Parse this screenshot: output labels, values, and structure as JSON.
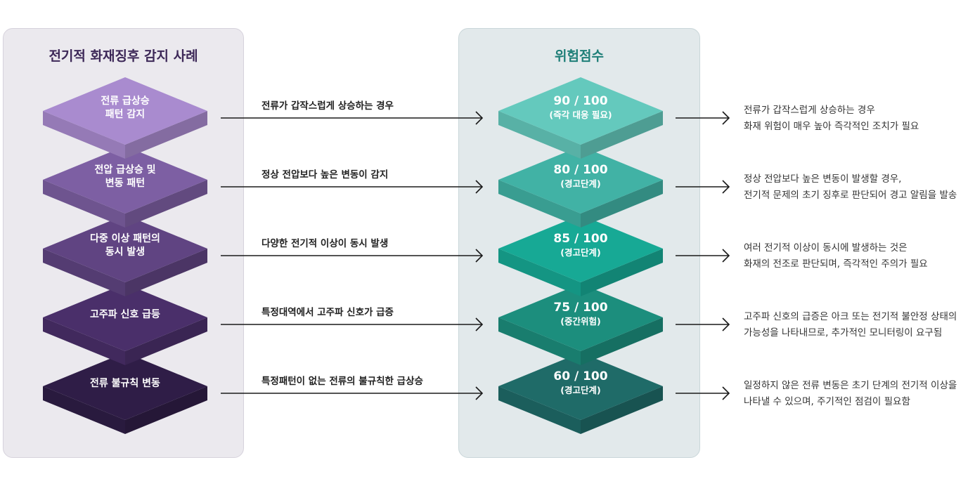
{
  "left_panel": {
    "title": "전기적 화재징후 감지 사례"
  },
  "right_panel": {
    "title": "위험점수"
  },
  "rows": [
    {
      "case_lines": [
        "전류 급상승",
        "패턴 감지"
      ],
      "arrow_label": "전류가 갑작스럽게 상승하는 경우",
      "score": "90 / 100",
      "level": "(즉각 대응 필요)",
      "desc_lines": [
        "전류가 갑작스럽게 상승하는 경우",
        "화재 위험이 매우 높아 즉각적인 조치가 필요"
      ],
      "case_color": "#a98bcf",
      "score_color": "#64c9bd"
    },
    {
      "case_lines": [
        "전압 급상승 및",
        "변동 패턴"
      ],
      "arrow_label": "정상 전압보다 높은 변동이 감지",
      "score": "80 / 100",
      "level": "(경고단계)",
      "desc_lines": [
        "정상 전압보다 높은 변동이 발생할 경우,",
        "전기적 문제의 초기 징후로 판단되어 경고 알림을 발송"
      ],
      "case_color": "#7d5fa3",
      "score_color": "#41b2a5"
    },
    {
      "case_lines": [
        "다중 이상 패턴의",
        "동시 발생"
      ],
      "arrow_label": "다양한 전기적 이상이 동시 발생",
      "score": "85 / 100",
      "level": "(경고단계)",
      "desc_lines": [
        "여러 전기적 이상이 동시에 발생하는 것은",
        "화재의 전조로 판단되며, 즉각적인 주의가 필요"
      ],
      "case_color": "#604482",
      "score_color": "#17a995"
    },
    {
      "case_lines": [
        "고주파 신호 급등"
      ],
      "arrow_label": "특정대역에서 고주파 신호가 급증",
      "score": "75 / 100",
      "level": "(중간위험)",
      "desc_lines": [
        "고주파 신호의 급증은 아크 또는 전기적 불안정 상태의",
        "가능성을 나타내므로, 추가적인 모니터링이 요구됨"
      ],
      "case_color": "#4a2f6a",
      "score_color": "#1c8e7d"
    },
    {
      "case_lines": [
        "전류 불규칙 변동"
      ],
      "arrow_label": "특정패턴이 없는 전류의 불규칙한 급상승",
      "score": "60 / 100",
      "level": "(경고단계)",
      "desc_lines": [
        "일정하지 않은 전류 변동은 초기 단계의 전기적 이상을",
        "나타낼 수 있으며, 주기적인 점검이 필요함"
      ],
      "case_color": "#2f1d47",
      "score_color": "#1f6b68"
    }
  ]
}
